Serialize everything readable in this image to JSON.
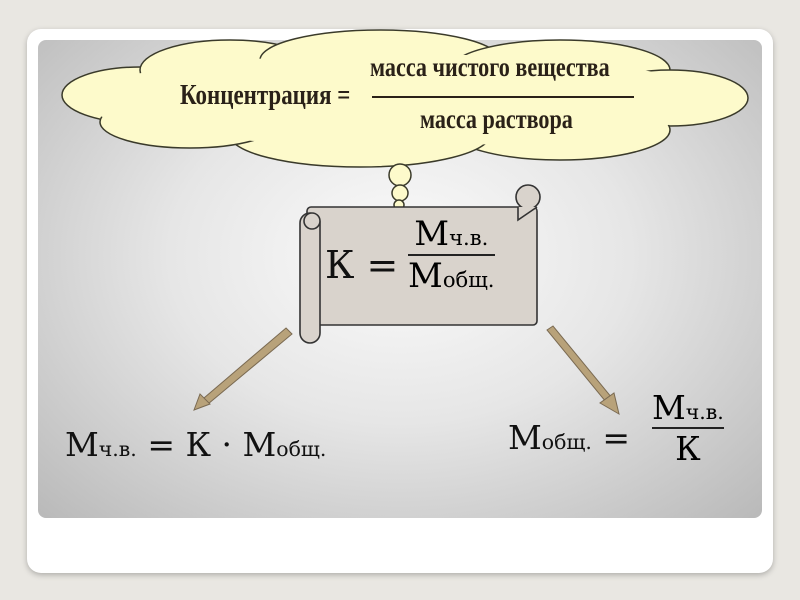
{
  "cloud": {
    "label": "Концентрация =",
    "numerator": "масса чистого вещества",
    "denominator": "масса раствора"
  },
  "main_formula": {
    "lhs": "К",
    "eq": "=",
    "num": "М",
    "num_sub": "ч.в.",
    "den": "М",
    "den_sub": "общ."
  },
  "left_formula": {
    "m": "М",
    "m_sub": "ч.в.",
    "eq": "=",
    "k_dot_m": "К · М",
    "m2_sub": "общ."
  },
  "right_formula": {
    "m": "М",
    "m_sub": "общ.",
    "eq": "=",
    "num": "М",
    "num_sub": "ч.в.",
    "den": "К"
  },
  "colors": {
    "cloud_fill": "#fdfacb",
    "scroll_fill": "#d9d3cc",
    "arrow": "#b8a27a"
  }
}
